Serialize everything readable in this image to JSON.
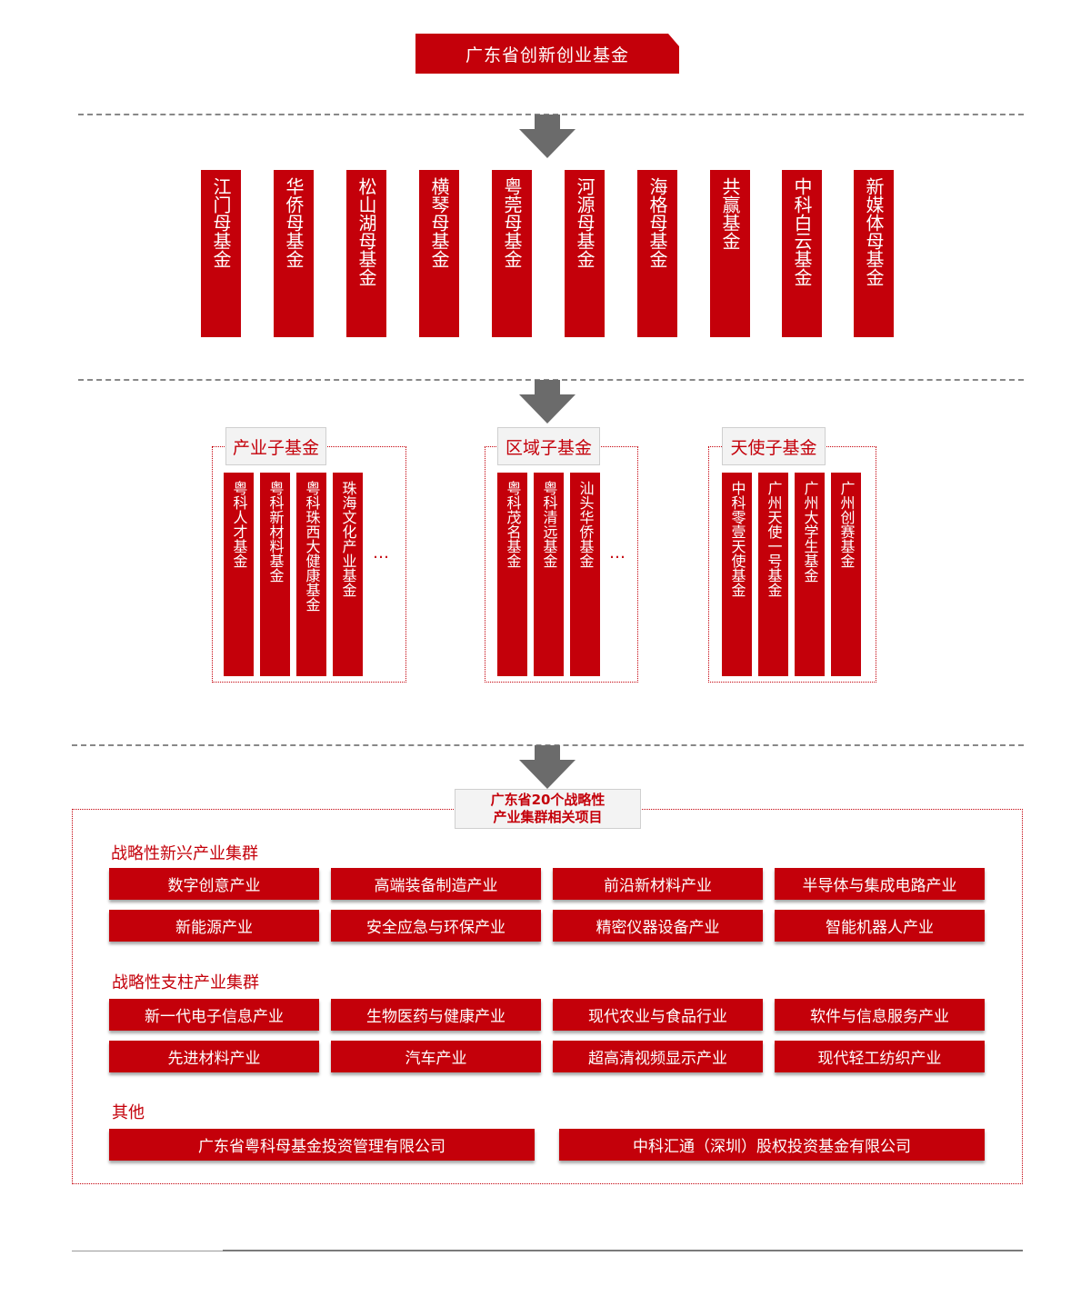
{
  "title": "广东省创新创业基金",
  "mother_funds": [
    "江门母基金",
    "华侨母基金",
    "松山湖母基金",
    "横琴母基金",
    "粤莞母基金",
    "河源母基金",
    "海格母基金",
    "共赢基金",
    "中科白云基金",
    "新媒体母基金"
  ],
  "sub_groups": [
    {
      "label": "产业子基金",
      "items": [
        "粤科人才基金",
        "粤科新材料基金",
        "粤科珠西大健康基金",
        "珠海文化产业基金"
      ],
      "more": "…"
    },
    {
      "label": "区域子基金",
      "items": [
        "粤科茂名基金",
        "粤科清远基金",
        "汕头华侨基金"
      ],
      "more": "…"
    },
    {
      "label": "天使子基金",
      "items": [
        "中科零壹天使基金",
        "广州天使一号基金",
        "广州大学生基金",
        "广州创赛基金"
      ],
      "more": ""
    }
  ],
  "projects": {
    "label_line1": "广东省20个战略性",
    "label_line2": "产业集群相关项目",
    "emerging": {
      "title": "战略性新兴产业集群",
      "items": [
        "数字创意产业",
        "高端装备制造产业",
        "前沿新材料产业",
        "半导体与集成电路产业",
        "新能源产业",
        "安全应急与环保产业",
        "精密仪器设备产业",
        "智能机器人产业"
      ]
    },
    "pillar": {
      "title": "战略性支柱产业集群",
      "items": [
        "新一代电子信息产业",
        "生物医药与健康产业",
        "现代农业与食品行业",
        "软件与信息服务产业",
        "先进材料产业",
        "汽车产业",
        "超高清视频显示产业",
        "现代轻工纺织产业"
      ]
    },
    "other": {
      "title": "其他",
      "items": [
        "广东省粤科母基金投资管理有限公司",
        "中科汇通（深圳）股权投资基金有限公司"
      ]
    }
  },
  "colors": {
    "accent": "#c4000a",
    "arrow": "#6b6b6b"
  }
}
